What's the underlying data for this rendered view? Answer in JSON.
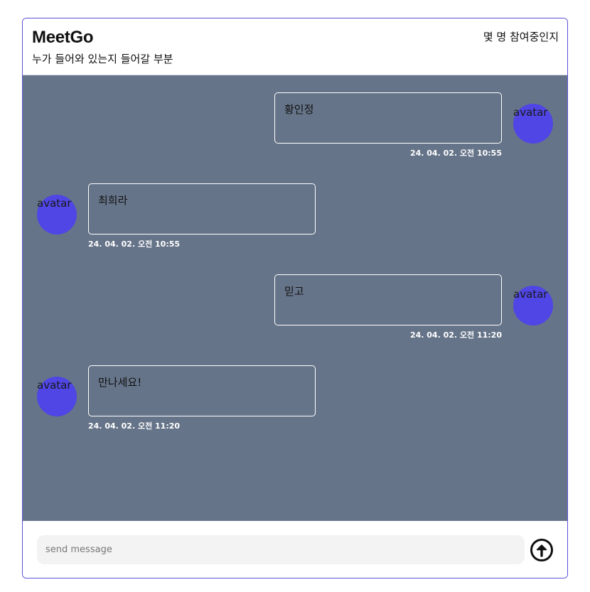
{
  "header": {
    "title": "MeetGo",
    "subtitle": "누가 들어와 있는지 들어갈 부분",
    "participants": "몇 명 참여중인지"
  },
  "messages": [
    {
      "side": "right",
      "text": "황인정",
      "time": "24. 04. 02. 오전 10:55",
      "avatar_alt": "avatar"
    },
    {
      "side": "left",
      "text": "최희라",
      "time": "24. 04. 02. 오전 10:55",
      "avatar_alt": "avatar"
    },
    {
      "side": "right",
      "text": "믿고",
      "time": "24. 04. 02. 오전 11:20",
      "avatar_alt": "avatar"
    },
    {
      "side": "left",
      "text": "만나세요!",
      "time": "24. 04. 02. 오전 11:20",
      "avatar_alt": "avatar"
    }
  ],
  "composer": {
    "placeholder": "send message",
    "value": "",
    "send_icon": "arrow-up-circle-icon"
  },
  "colors": {
    "accent_border": "#5b4fd6",
    "chat_background": "#667489",
    "avatar": "#4f46e5",
    "input_background": "#f3f3f3"
  }
}
